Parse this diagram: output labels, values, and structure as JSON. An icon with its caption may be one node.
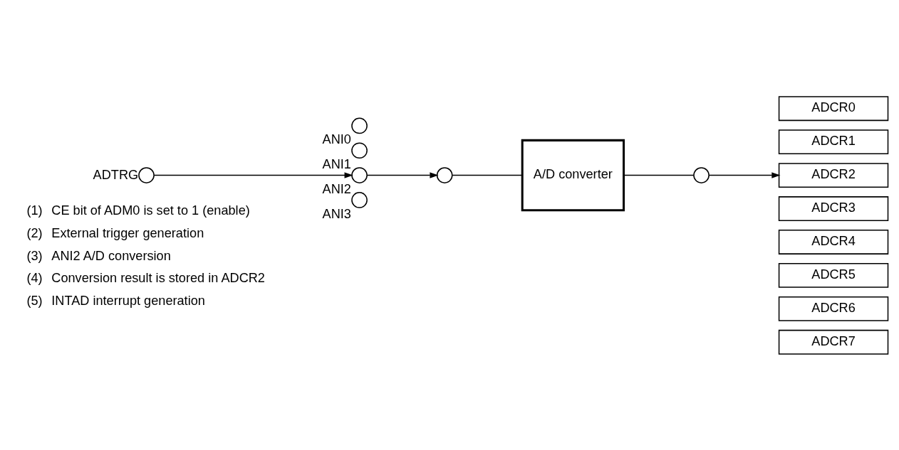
{
  "diagram": {
    "nodes": [
      {
        "text": [],
        "shape": "circle",
        "beside": [
          "ANI0"
        ]
      },
      {
        "text": [],
        "shape": "circle",
        "beside": [
          "ANI1"
        ]
      },
      {
        "text": [],
        "shape": "circle",
        "beside": [
          "ANI2"
        ]
      },
      {
        "text": [],
        "shape": "circle",
        "beside": [
          "ANI3"
        ]
      },
      {
        "text": [],
        "shape": "circle",
        "beside": [
          "ADTRG"
        ]
      },
      {
        "text": [],
        "shape": "circle"
      },
      {
        "text": [
          "A/D converter"
        ]
      },
      {
        "text": [],
        "shape": "circle"
      },
      {
        "text": [
          "ADCR0"
        ]
      },
      {
        "text": [
          "ADCR1"
        ]
      },
      {
        "text": [
          "ADCR2"
        ]
      },
      {
        "text": [
          "ADCR3"
        ]
      },
      {
        "text": [
          "ADCR4"
        ]
      },
      {
        "text": [
          "ADCR5"
        ]
      },
      {
        "text": [
          "ADCR6"
        ]
      },
      {
        "text": [
          "ADCR7"
        ]
      }
    ],
    "edges": [
      {
        "from": 4,
        "to": 2,
        "arrow": "to"
      },
      {
        "from": 2,
        "to": 5,
        "arrow": "to"
      },
      {
        "from": 5,
        "to": 6,
        "arrow": "none"
      },
      {
        "from": 6,
        "to": 7,
        "arrow": "none"
      },
      {
        "from": 7,
        "to": 10,
        "arrow": "to"
      }
    ],
    "labels": [
      "(1)",
      "CE bit of ADM0 is set to 1 (enable)",
      "(2)",
      "External trigger generation",
      "(3)",
      "ANI2 A/D conversion",
      "(4)",
      "Conversion result is stored in ADCR2",
      "(5)",
      "INTAD interrupt generation"
    ]
  }
}
